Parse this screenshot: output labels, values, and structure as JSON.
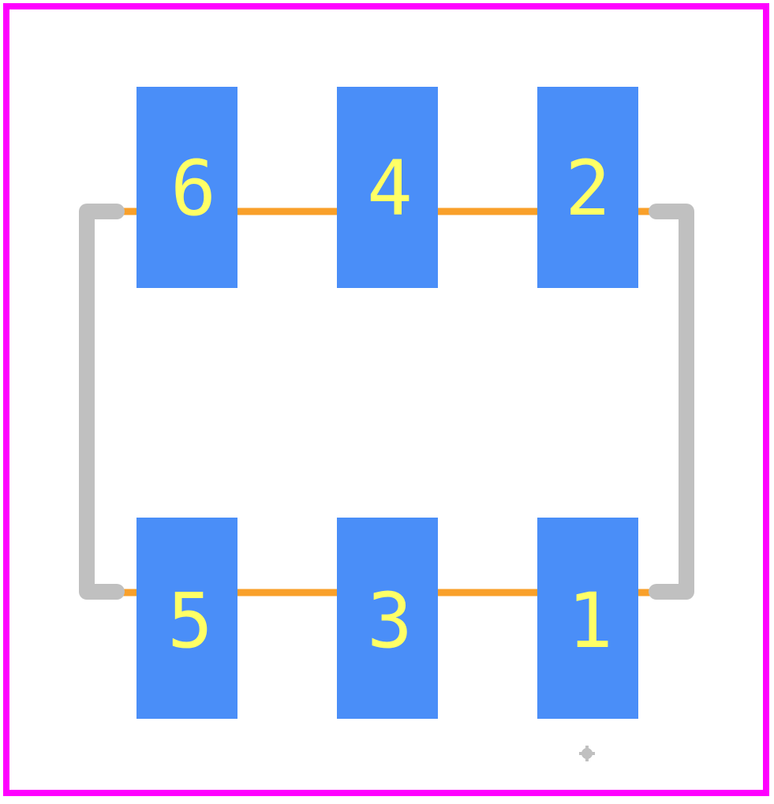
{
  "colors": {
    "background": "#ffffff",
    "courtyard": "#ff00ff",
    "pad": "#4a8ef8",
    "pad_label": "#ffff66",
    "copper_trace": "#f9a02a",
    "silkscreen": "#c0c0c0"
  },
  "pads": [
    {
      "id": "6",
      "label": "6"
    },
    {
      "id": "4",
      "label": "4"
    },
    {
      "id": "2",
      "label": "2"
    },
    {
      "id": "5",
      "label": "5"
    },
    {
      "id": "3",
      "label": "3"
    },
    {
      "id": "1",
      "label": "1"
    }
  ],
  "traces": [
    {
      "from": "6",
      "to": "4"
    },
    {
      "from": "4",
      "to": "2"
    },
    {
      "from": "5",
      "to": "3"
    },
    {
      "from": "3",
      "to": "1"
    }
  ],
  "markers": {
    "origin": "crosshair-origin-icon"
  }
}
